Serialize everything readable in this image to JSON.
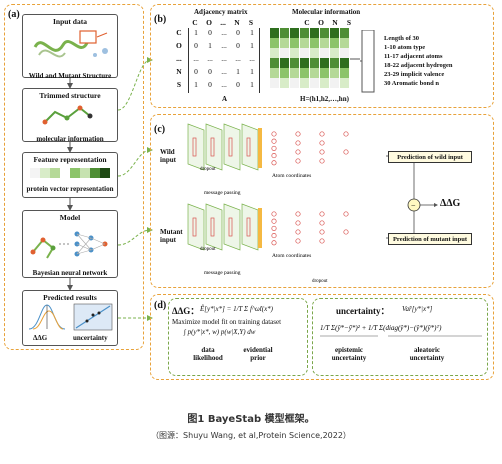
{
  "panel_a": {
    "label": "(a)",
    "input_data": {
      "title": "Input data",
      "caption": "Wild and Mutant Structure"
    },
    "trimmed": {
      "title": "Trimmed structure",
      "caption": "molecular information"
    },
    "feature": {
      "title": "Feature representation",
      "caption": "protein vector representation"
    },
    "model": {
      "title": "Model",
      "caption": "Bayesian neural network"
    },
    "predicted": {
      "title": "Predicted results",
      "left": "ΔΔG",
      "right": "uncertainty"
    }
  },
  "panel_b": {
    "label": "(b)",
    "adj_title": "Adjacency matrix",
    "adj_cols": [
      "C",
      "O",
      "...",
      "N",
      "S"
    ],
    "adj_rows": [
      "C",
      "O",
      "...",
      "N",
      "S"
    ],
    "adj_values": [
      [
        "1",
        "0",
        "...",
        "0",
        "1"
      ],
      [
        "0",
        "1",
        "...",
        "0",
        "1"
      ],
      [
        "...",
        "...",
        "...",
        "...",
        "..."
      ],
      [
        "0",
        "0",
        "...",
        "1",
        "1"
      ],
      [
        "1",
        "0",
        "...",
        "0",
        "1"
      ]
    ],
    "adj_name": "A",
    "mol_title": "Molecular information",
    "mol_cols": [
      "C",
      "O",
      "N",
      "S"
    ],
    "h_label": "H=(h1,h2,…,hn)",
    "features": [
      "Length of 30",
      "1-10   atom type",
      "11-17 adjacent atoms",
      "18-22 adjacent hydrogen",
      "23-29 implicit valence",
      "30      Aromatic bond n"
    ]
  },
  "panel_c": {
    "label": "(c)",
    "wild": "Wild input",
    "mutant": "Mutant input",
    "dropout": "dropout",
    "message": "message passing",
    "atom_coord": "Atom coordinates",
    "pred_wild": "Prediction of wild input",
    "pred_mutant": "Prediction of mutant input",
    "ddg": "ΔΔG",
    "minus": "−"
  },
  "panel_d": {
    "label": "(d)",
    "ddg_label": "ΔΔG：",
    "ddg_formula": "Ê[y*|x*] = 1/T Σ f^ω̂t(x*)",
    "ddg_line2": "Maximize model fit on training dataset",
    "ddg_line3": "∫ p(y*|x*, w) p(w|X,Y) dw",
    "data_lik": "data likelihood",
    "evidential": "evidential prior",
    "unc_label": "uncertainty：",
    "unc_formula": "Var̂[y*|x*]",
    "epistemic": "epistemic uncertainty",
    "aleatoric": "aleatoric uncertainty"
  },
  "caption": {
    "line1": "图1  BayeStab 模型框架。",
    "line2": "（图源：Shuyu Wang, et al,Protein Science,2022）"
  },
  "colors": {
    "panel_border": "#e8a23a",
    "green": "#5aa03c",
    "red": "#d9534f"
  }
}
